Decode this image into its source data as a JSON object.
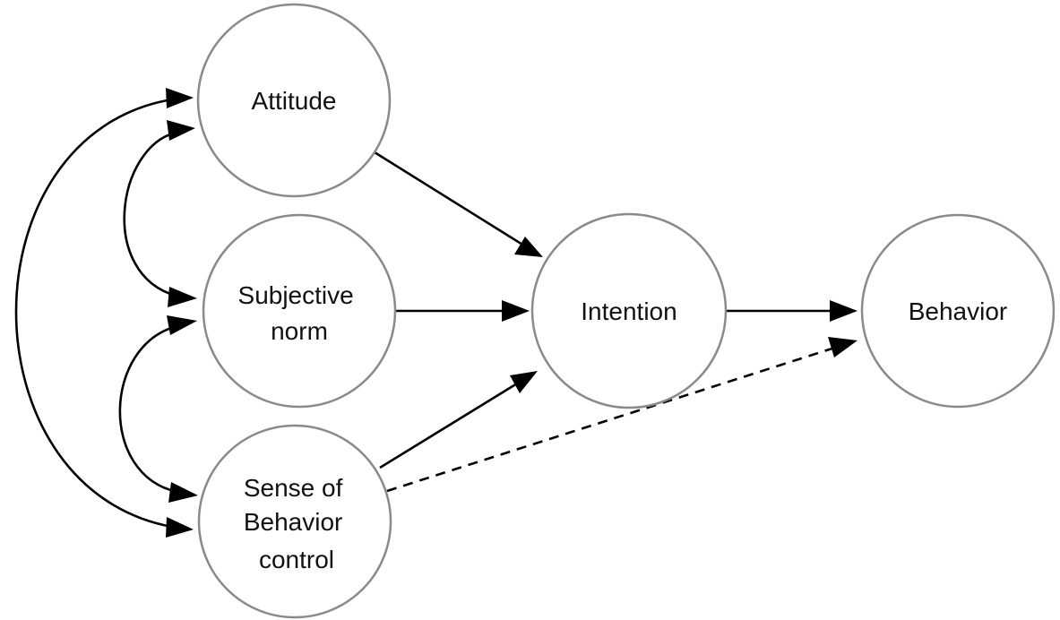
{
  "diagram": {
    "type": "path-diagram",
    "nodes": {
      "attitude": {
        "lines": [
          "Attitude"
        ]
      },
      "subjective_norm": {
        "lines": [
          "Subjective",
          "norm"
        ]
      },
      "behavior_control": {
        "lines": [
          "Sense of",
          "Behavior",
          "control"
        ]
      },
      "intention": {
        "lines": [
          "Intention"
        ]
      },
      "behavior": {
        "lines": [
          "Behavior"
        ]
      }
    },
    "edges": [
      {
        "from": "attitude",
        "to": "intention",
        "style": "solid",
        "direction": "forward"
      },
      {
        "from": "subjective_norm",
        "to": "intention",
        "style": "solid",
        "direction": "forward"
      },
      {
        "from": "behavior_control",
        "to": "intention",
        "style": "solid",
        "direction": "forward"
      },
      {
        "from": "intention",
        "to": "behavior",
        "style": "solid",
        "direction": "forward"
      },
      {
        "from": "behavior_control",
        "to": "behavior",
        "style": "dashed",
        "direction": "forward"
      },
      {
        "from": "attitude",
        "to": "subjective_norm",
        "style": "solid",
        "direction": "bidirectional"
      },
      {
        "from": "subjective_norm",
        "to": "behavior_control",
        "style": "solid",
        "direction": "bidirectional"
      },
      {
        "from": "attitude",
        "to": "behavior_control",
        "style": "solid",
        "direction": "bidirectional"
      }
    ],
    "colors": {
      "node_border": "#8a8a8a",
      "node_fill": "#ffffff",
      "edge": "#000000",
      "text": "#111111"
    }
  }
}
